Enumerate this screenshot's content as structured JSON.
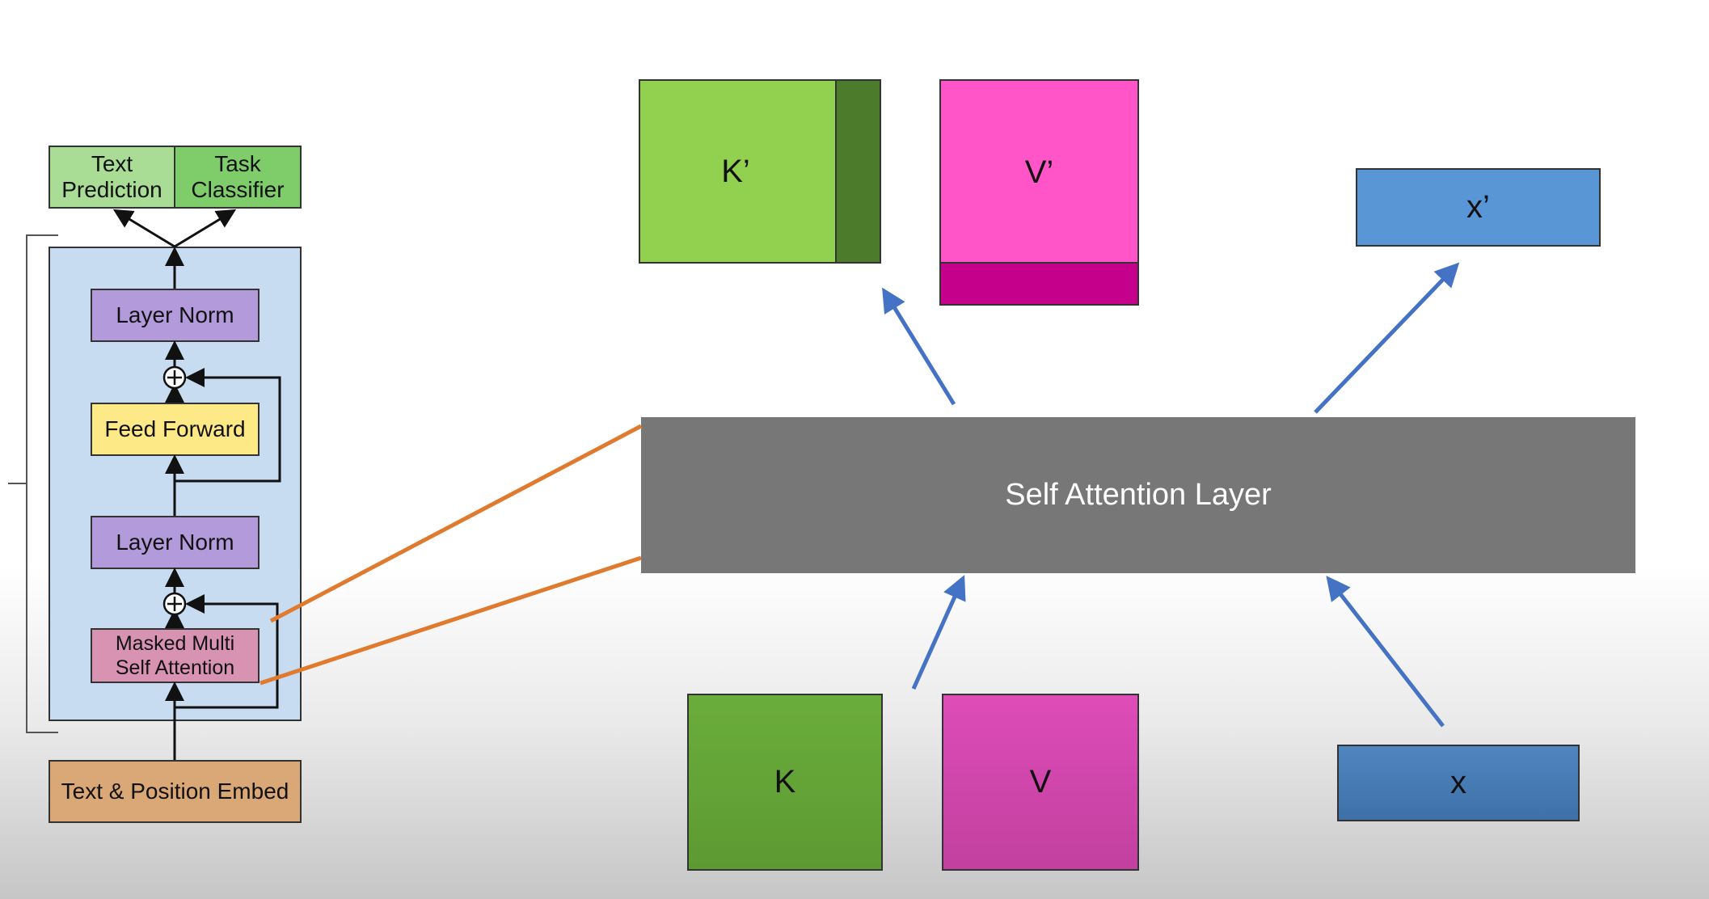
{
  "transformer": {
    "outputs": [
      {
        "label_line1": "Text",
        "label_line2": "Prediction"
      },
      {
        "label_line1": "Task",
        "label_line2": "Classifier"
      }
    ],
    "blocks": {
      "layer_norm_top": "Layer Norm",
      "feed_forward": "Feed Forward",
      "layer_norm_bottom": "Layer Norm",
      "attention_line1": "Masked Multi",
      "attention_line2": "Self Attention"
    },
    "embed": "Text & Position Embed"
  },
  "attention_layer": {
    "label": "Self Attention Layer"
  },
  "inputs": {
    "k": "K",
    "v": "V",
    "x": "x"
  },
  "outputs": {
    "k": "K’",
    "v": "V’",
    "x": "x’"
  },
  "colors": {
    "arrow_blue": "#4472c4",
    "connector_orange": "#e07a2e",
    "attention_gray": "#777777",
    "k_green": "#92d050",
    "k_dark_green": "#4b7b2b",
    "v_pink": "#ff55c8",
    "v_dark_pink": "#c5008a",
    "x_blue": "#5896d6"
  }
}
